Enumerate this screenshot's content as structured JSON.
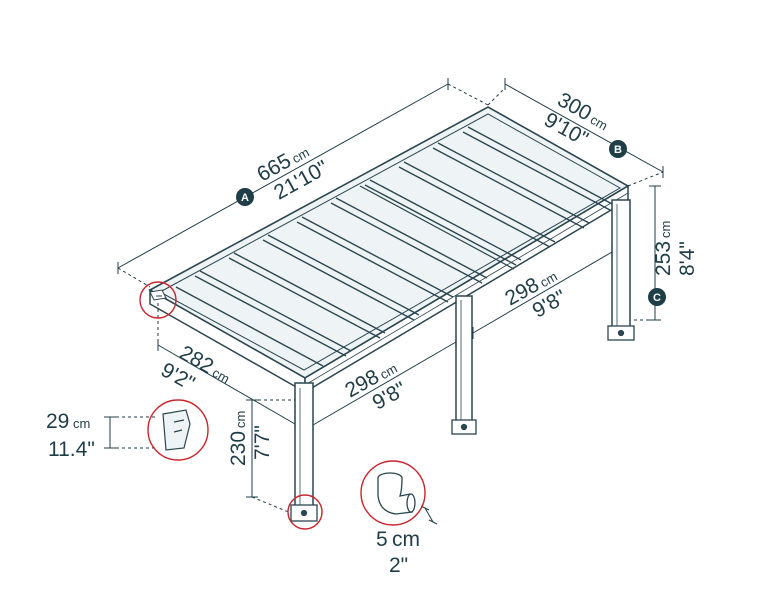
{
  "colors": {
    "ink": "#1f3e48",
    "frame": "#2b4650",
    "panel": "#e9eff1",
    "callout": "#c8262c",
    "marker": "#1f3e48"
  },
  "markers": {
    "a": "A",
    "b": "B",
    "c": "C"
  },
  "dimensions": {
    "length": {
      "metric": "665",
      "metric_unit": "cm",
      "imperial": "21'10\""
    },
    "width": {
      "metric": "300",
      "metric_unit": "cm",
      "imperial": "9'10\""
    },
    "height_back": {
      "metric": "253",
      "metric_unit": "cm",
      "imperial": "8'4\""
    },
    "bay_back": {
      "metric": "298",
      "metric_unit": "cm",
      "imperial": "9'8\""
    },
    "bay_front": {
      "metric": "298",
      "metric_unit": "cm",
      "imperial": "9'8\""
    },
    "side_span": {
      "metric": "282",
      "metric_unit": "cm",
      "imperial": "9'2\""
    },
    "height_front": {
      "metric": "230",
      "metric_unit": "cm",
      "imperial": "7'7\""
    },
    "gutter_height": {
      "metric": "29",
      "metric_unit": "cm",
      "imperial": "11.4\""
    },
    "downpipe": {
      "metric": "5",
      "metric_unit": "cm",
      "imperial": "2\""
    }
  }
}
